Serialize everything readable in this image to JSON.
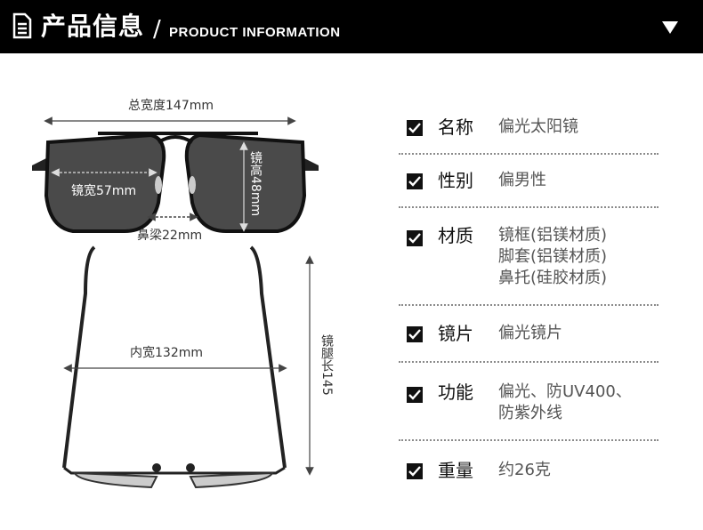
{
  "header": {
    "title_cn": "产品信息",
    "slash": "/",
    "title_en": "PRODUCT INFORMATION",
    "doc_icon": "document-icon",
    "dropdown_icon": "triangle-down-icon"
  },
  "illustration": {
    "total_width": "总宽度147mm",
    "lens_width": "镜宽57mm",
    "lens_height": "镜高48mm",
    "bridge": "鼻梁22mm",
    "inner_width": "内宽132mm",
    "temple_length": "镜腿长145"
  },
  "specs": [
    {
      "label": "名称",
      "lines": [
        "偏光太阳镜"
      ]
    },
    {
      "label": "性别",
      "lines": [
        "偏男性"
      ]
    },
    {
      "label": "材质",
      "lines": [
        "镜框(铝镁材质)",
        "脚套(铝镁材质)",
        "鼻托(硅胶材质)"
      ]
    },
    {
      "label": "镜片",
      "lines": [
        "偏光镜片"
      ]
    },
    {
      "label": "功能",
      "lines": [
        "偏光、防UV400、",
        "防紫外线"
      ]
    },
    {
      "label": "重量",
      "lines": [
        "约26克"
      ]
    }
  ],
  "colors": {
    "header_bg": "#000000",
    "text": "#111111",
    "value_text": "#555555"
  }
}
